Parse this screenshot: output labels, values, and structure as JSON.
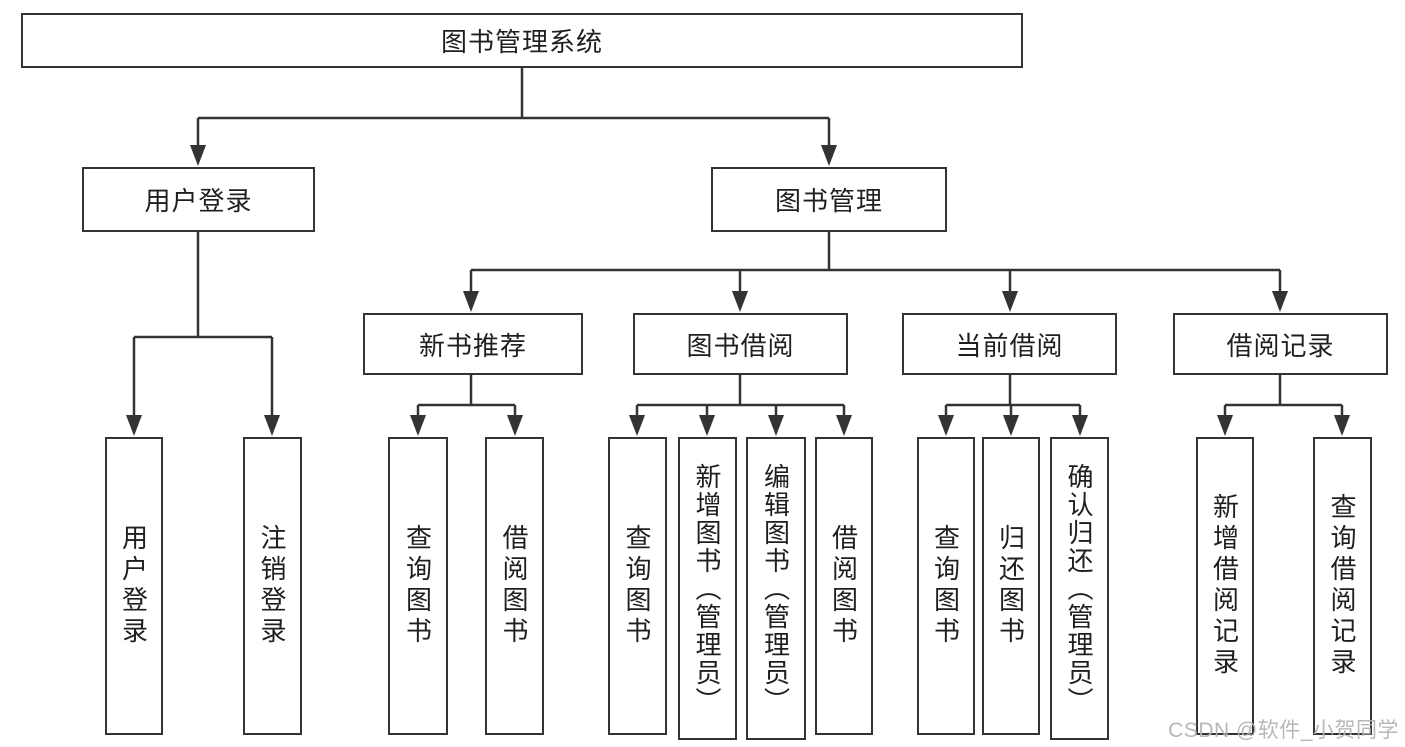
{
  "diagram": {
    "root": {
      "label": "图书管理系统"
    },
    "branches": [
      {
        "label": "用户登录",
        "children": [
          {
            "label": "用户登录"
          },
          {
            "label": "注销登录"
          }
        ]
      },
      {
        "label": "图书管理",
        "children": [
          {
            "label": "新书推荐",
            "children": [
              {
                "label": "查询图书"
              },
              {
                "label": "借阅图书"
              }
            ]
          },
          {
            "label": "图书借阅",
            "children": [
              {
                "label": "查询图书"
              },
              {
                "label": "新增图书（管理员）"
              },
              {
                "label": "编辑图书（管理员）"
              },
              {
                "label": "借阅图书"
              }
            ]
          },
          {
            "label": "当前借阅",
            "children": [
              {
                "label": "查询图书"
              },
              {
                "label": "归还图书"
              },
              {
                "label": "确认归还（管理员）"
              }
            ]
          },
          {
            "label": "借阅记录",
            "children": [
              {
                "label": "新增借阅记录"
              },
              {
                "label": "查询借阅记录"
              }
            ]
          }
        ]
      }
    ]
  },
  "watermark": {
    "text": "CSDN @软件_小贺同学",
    "color": "#b4b4b4"
  },
  "colors": {
    "line": "#333333",
    "text": "#1f1f1f",
    "background": "#ffffff"
  }
}
